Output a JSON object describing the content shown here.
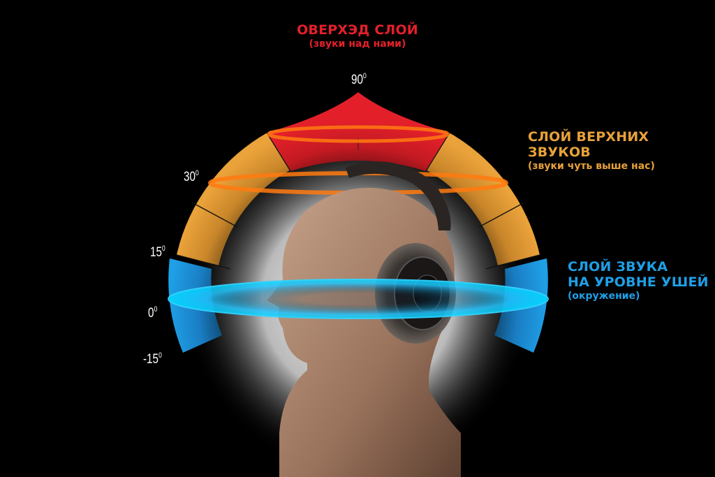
{
  "layers": {
    "overhead": {
      "title": "ОВЕРХЭД СЛОЙ",
      "subtitle": "(звуки над нами)",
      "color": "#e3202a"
    },
    "upper": {
      "title_line1": "СЛОЙ ВЕРХНИХ",
      "title_line2": "ЗВУКОВ",
      "subtitle": "(звуки чуть выше нас)",
      "color": "#e8a23a"
    },
    "ear": {
      "title_line1": "СЛОЙ ЗВУКА",
      "title_line2": "НА УРОВНЕ УШЕЙ",
      "subtitle": "(окружение)",
      "color": "#1f9fe6"
    }
  },
  "angles": [
    {
      "value": "90",
      "unit": "0"
    },
    {
      "value": "30",
      "unit": "0"
    },
    {
      "value": "15",
      "unit": "0"
    },
    {
      "value": "0",
      "unit": "0"
    },
    {
      "value": "-15",
      "unit": "0"
    }
  ],
  "figure": "head-with-headphones"
}
